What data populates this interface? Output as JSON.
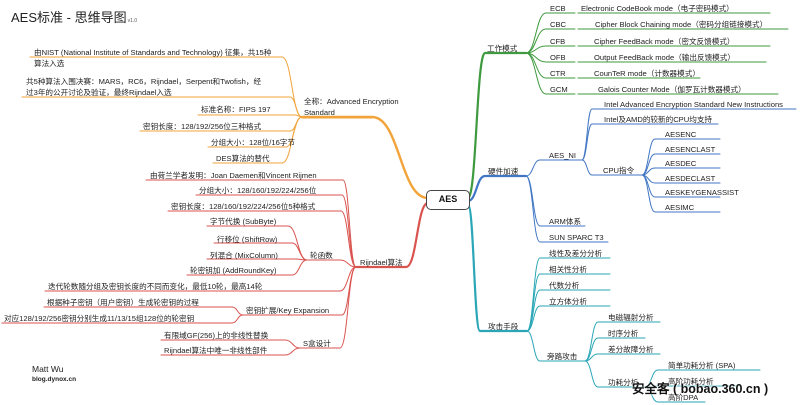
{
  "title": "AES标准 - 思维导图",
  "title_version": "v1.0",
  "root": "AES",
  "author": "Matt Wu",
  "blog": "blog.dynox.cn",
  "watermark": "安全客 ( bobao.360.cn )",
  "colors": {
    "orange": "#f2a33a",
    "red": "#d9534f",
    "green": "#3e9a3e",
    "teal": "#2aa6b6",
    "blue": "#4176c4",
    "purple": "#8b4fb0"
  },
  "nodes": {
    "intro_nist": "由NIST (National Institute of Standards and Technology) 征集，共15种",
    "intro_nist2": "算法入选",
    "intro_final": "共5种算法入围决赛：MARS，RC6，Rijndael，Serpent和Twofish，经",
    "intro_final2": "过3年的公开讨论及验证，最终Rijndael入选",
    "fullname": "全称：Advanced Encryption",
    "fullname2": "Standard",
    "std_name": "标准名称：FIPS 197",
    "key_len": "密钥长度：128/192/256位三种格式",
    "block_size": "分组大小：128位/16字节",
    "des_replace": "DES算法的替代",
    "rijndael": "Rijndael算法",
    "inventors": "由荷兰学者发明：Joan Daemen和Vincent Rijmen",
    "r_block": "分组大小：128/160/192/224/256位",
    "r_key": "密钥长度：128/160/192/224/256位5种格式",
    "rounds": "轮函数",
    "subbyte": "字节代换 (SubByte)",
    "shiftrow": "行移位 (ShiftRow)",
    "mixcolumn": "列混合 (MixColumn)",
    "addroundkey": "轮密钥加 (AddRoundKey)",
    "rounds_note": "迭代轮数随分组及密钥长度的不同而变化，最低10轮，最高14轮",
    "key_exp": "密钥扩展/Key Expansion",
    "key_exp1": "根据种子密钥（用户密钥）生成轮密钥的过程",
    "key_exp2": "对应128/192/256密钥分别生成11/13/15组128位的轮密钥",
    "sbox": "S盒设计",
    "sbox1": "有限域GF(256)上的非线性替换",
    "sbox2": "Rijndael算法中唯一非线性部件",
    "modes": "工作模式",
    "mode_ecb": "ECB",
    "mode_cbc": "CBC",
    "mode_cfb": "CFB",
    "mode_ofb": "OFB",
    "mode_ctr": "CTR",
    "mode_gcm": "GCM",
    "desc_ecb": "Electronic CodeBook mode（电子密码模式）",
    "desc_cbc": "Cipher Block Chaining mode（密码分组链接模式）",
    "desc_cfb": "Cipher FeedBack mode（密文反馈模式）",
    "desc_ofb": "Output FeedBack mode（输出反馈模式）",
    "desc_ctr": "CounTeR mode（计数器模式）",
    "desc_gcm": "Galois Counter Mode（伽罗瓦计数器模式）",
    "hw": "硬件加速",
    "aesni": "AES_NI",
    "aesni_1": "Intel Advanced Encryption Standard New Instructions",
    "aesni_2": "Intel及AMD的较新的CPU均支持",
    "cpu_ins": "CPU指令",
    "ins_1": "AESENC",
    "ins_2": "AESENCLAST",
    "ins_3": "AESDEC",
    "ins_4": "AESDECLAST",
    "ins_5": "AESKEYGENASSIST",
    "ins_6": "AESIMC",
    "arm": "ARM体系",
    "sparc": "SUN SPARC T3",
    "attack": "攻击手段",
    "att_linear": "线性及差分分析",
    "att_corr": "相关性分析",
    "att_alg": "代数分析",
    "att_cube": "立方体分析",
    "side": "旁路攻击",
    "side_em": "电磁辐射分析",
    "side_time": "时序分析",
    "side_fault": "差分故障分析",
    "power": "功耗分析",
    "spa": "简单功耗分析 (SPA)",
    "spa2": "高阶功耗分析",
    "dpa": "高阶DPA"
  }
}
